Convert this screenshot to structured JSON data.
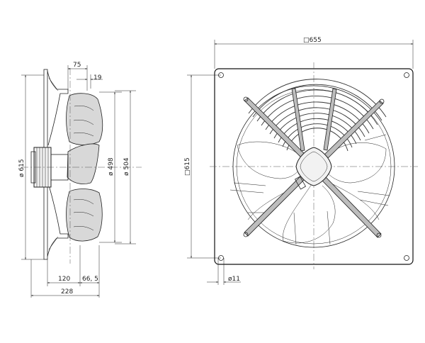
{
  "side_view": {
    "dim_75": "75",
    "dim_19": "19",
    "dim_615": "ø 615",
    "dim_498": "ø 498",
    "dim_504": "ø 504",
    "dim_120": "120",
    "dim_66_5": "66, 5",
    "dim_228": "228"
  },
  "front_view": {
    "dim_655": "□655",
    "dim_615": "□615",
    "dim_11": "ø11"
  }
}
